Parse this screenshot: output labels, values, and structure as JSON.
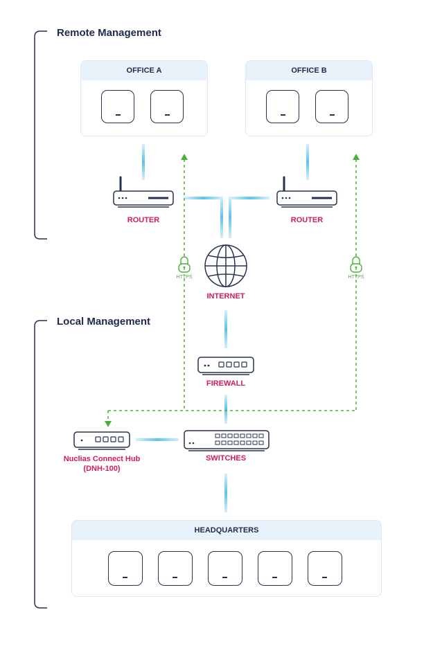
{
  "sections": {
    "remote": "Remote Management",
    "local": "Local Management"
  },
  "offices": [
    {
      "title": "OFFICE A",
      "ap_count": 2
    },
    {
      "title": "OFFICE B",
      "ap_count": 2
    }
  ],
  "headquarters": {
    "title": "HEADQUARTERS",
    "ap_count": 5
  },
  "labels": {
    "router_a": "ROUTER",
    "router_b": "ROUTER",
    "internet": "INTERNET",
    "firewall": "FIREWALL",
    "switches": "SWITCHES",
    "hub_line1": "Nuclias Connect Hub",
    "hub_line2": "(DNH-100)",
    "https_a": "HTTPS",
    "https_b": "HTTPS"
  },
  "colors": {
    "accent_pink": "#d41a5f",
    "link_blue": "#5ec3e8",
    "secure_green": "#4caf3c",
    "ink": "#27314f"
  },
  "icons": [
    "router-icon",
    "globe-icon",
    "firewall-icon",
    "switch-icon",
    "hub-icon",
    "lock-icon",
    "access-point-icon"
  ]
}
